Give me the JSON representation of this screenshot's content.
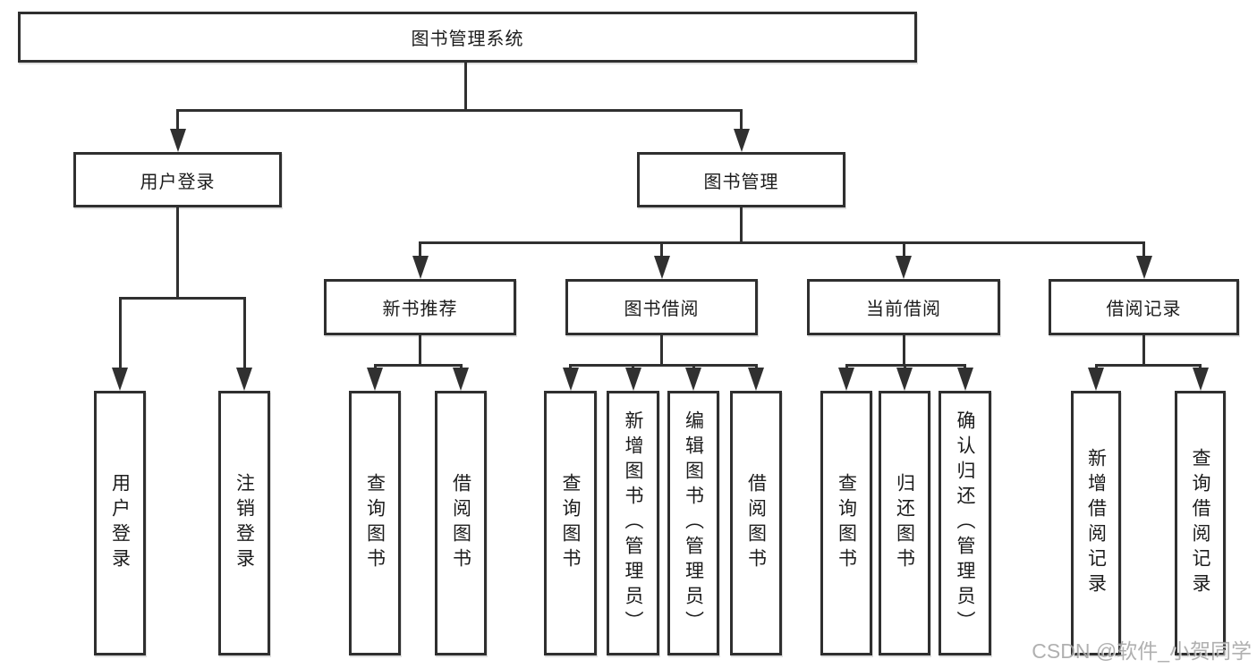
{
  "colors": {
    "line": "#303030",
    "box_border": "#2f2f2f",
    "text": "#1c1c1c",
    "watermark": "#a3a3a3",
    "background": "#ffffff"
  },
  "tree": {
    "label": "图书管理系统",
    "children": [
      {
        "label": "用户登录",
        "children": [
          {
            "label": "用户登录"
          },
          {
            "label": "注销登录"
          }
        ]
      },
      {
        "label": "图书管理",
        "children": [
          {
            "label": "新书推荐",
            "children": [
              {
                "label": "查询图书"
              },
              {
                "label": "借阅图书"
              }
            ]
          },
          {
            "label": "图书借阅",
            "children": [
              {
                "label": "查询图书"
              },
              {
                "label": "新增图书（管理员）"
              },
              {
                "label": "编辑图书（管理员）"
              },
              {
                "label": "借阅图书"
              }
            ]
          },
          {
            "label": "当前借阅",
            "children": [
              {
                "label": "查询图书"
              },
              {
                "label": "归还图书"
              },
              {
                "label": "确认归还（管理员）"
              }
            ]
          },
          {
            "label": "借阅记录",
            "children": [
              {
                "label": "新增借阅记录"
              },
              {
                "label": "查询借阅记录"
              }
            ]
          }
        ]
      }
    ]
  },
  "watermark": "CSDN @软件_小贺同学"
}
